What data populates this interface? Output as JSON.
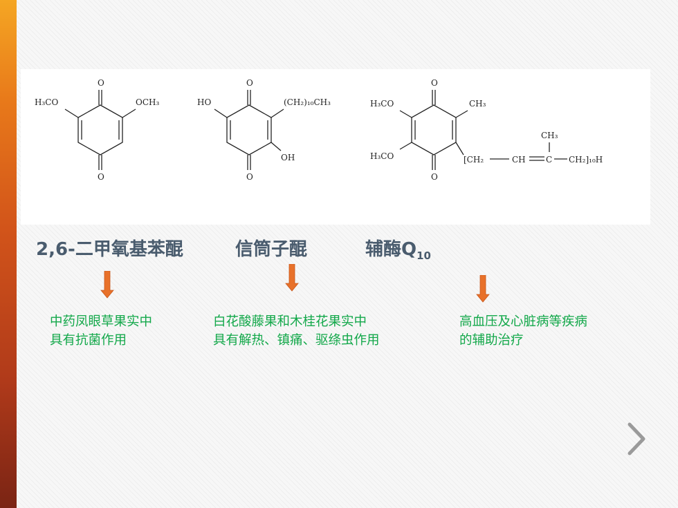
{
  "slide": {
    "structures": {
      "s1": {
        "top_o": "O",
        "bottom_o": "O",
        "left_sub": "H₃CO",
        "right_sub": "OCH₃"
      },
      "s2": {
        "top_o": "O",
        "bottom_o": "O",
        "left_sub": "HO",
        "right_sub": "(CH₂)₁₀CH₃",
        "oh_sub": "OH"
      },
      "s3": {
        "top_o": "O",
        "bottom_o": "O",
        "left_top_sub": "H₃CO",
        "left_bottom_sub": "H₃CO",
        "right_top_sub": "CH₃",
        "chain_ch3": "CH₃",
        "chain_left": "[CH₂",
        "chain_mid": "CH",
        "chain_c": "C",
        "chain_right": "CH₂]₁₀H"
      }
    },
    "compounds": [
      {
        "name": "2,6-二甲氧基苯醌",
        "desc_lines": [
          "中药凤眼草果实中",
          "具有抗菌作用"
        ]
      },
      {
        "name": "信筒子醌",
        "desc_lines": [
          "白花酸藤果和木桂花果实中",
          "具有解热、镇痛、驱绦虫作用"
        ]
      },
      {
        "name": "辅酶Q",
        "name_sub": "10",
        "desc_lines": [
          "高血压及心脏病等疾病",
          "的辅助治疗"
        ]
      }
    ],
    "colors": {
      "accent_arrow": "#e8712a",
      "desc_text": "#13a84a",
      "name_text": "#4a5c6e"
    },
    "next_icon": "chevron-right-icon"
  }
}
